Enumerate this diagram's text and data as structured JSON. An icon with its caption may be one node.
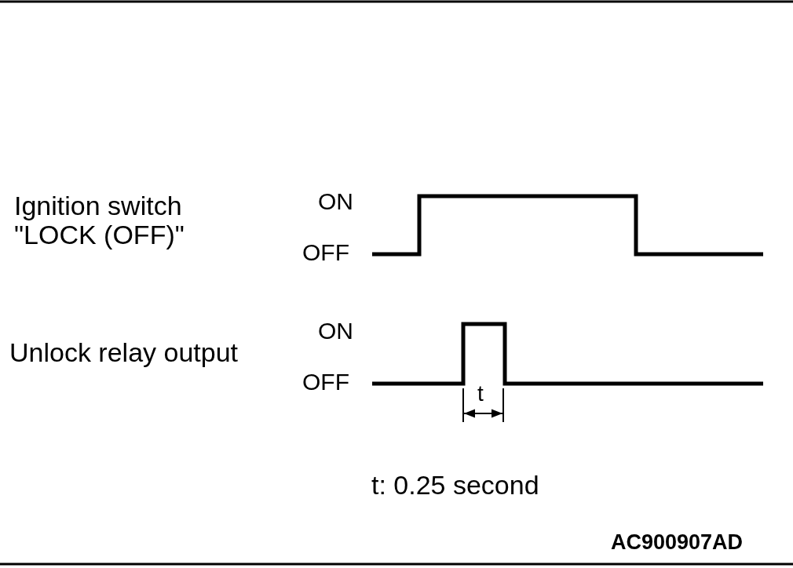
{
  "diagram": {
    "labels": [
      "Ignition switch \"LOCK (OFF)\"",
      "ON",
      "OFF",
      "Unlock relay output",
      "ON",
      "OFF",
      "t",
      "t: 0.25 second",
      "AC900907AD"
    ]
  }
}
